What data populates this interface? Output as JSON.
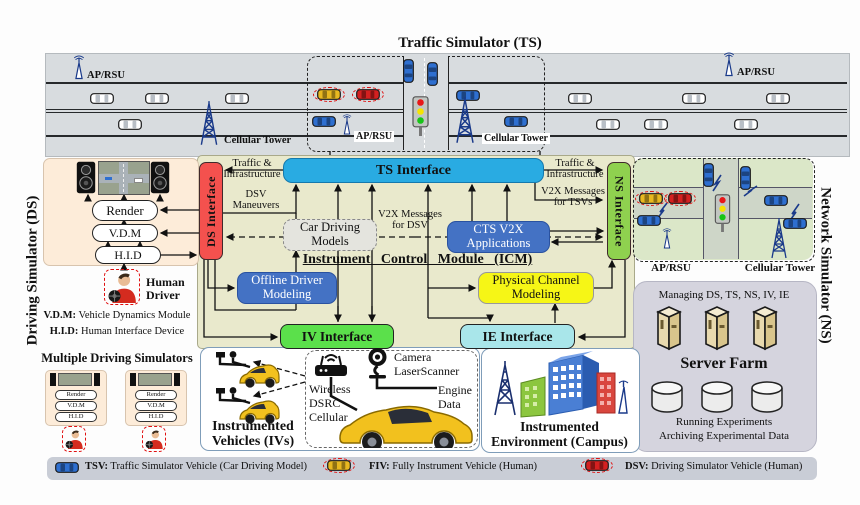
{
  "ts": {
    "title": "Traffic Simulator (TS)",
    "ap_rsu": "AP/RSU",
    "cellular_tower": "Cellular Tower"
  },
  "ds": {
    "side_label": "Driving Simulator (DS)",
    "render": "Render",
    "vdm": "V.D.M",
    "hid": "H.I.D",
    "human_line1": "Human",
    "human_line2": "Driver",
    "vdm_abbr": "V.D.M:",
    "vdm_def": "Vehicle Dynamics Module",
    "hid_abbr": "H.I.D:",
    "hid_def": "Human Interface Device",
    "multiple_title": "Multiple Driving Simulators"
  },
  "icm": {
    "title": "Instrument Control Module (ICM)",
    "ts_if": "TS Interface",
    "ds_if": "DS Interface",
    "ns_if": "NS Interface",
    "iv_if": "IV Interface",
    "ie_if": "IE Interface",
    "traffic1": "Traffic &",
    "traffic2": "Infrastructure",
    "dsv1": "DSV",
    "dsv2": "Maneuvers",
    "v2xdsv1": "V2X Messages",
    "v2xdsv2": "for DSV",
    "v2xtsv1": "V2X Messages",
    "v2xtsv2": "for TSVs",
    "cdm1": "Car Driving",
    "cdm2": "Models",
    "cts1": "CTS V2X",
    "cts2": "Applications",
    "odm1": "Offline Driver",
    "odm2": "Modeling",
    "pcm1": "Physical Channel",
    "pcm2": "Modeling"
  },
  "ns": {
    "side_label": "Network Simulator (NS)",
    "ap_rsu": "AP/RSU",
    "cellular_tower": "Cellular Tower"
  },
  "server": {
    "managing": "Managing DS, TS, NS, IV, IE",
    "title": "Server Farm",
    "running": "Running Experiments",
    "archiving": "Archiving Experimental Data"
  },
  "iv": {
    "title1": "Instrumented",
    "title2": "Vehicles (IVs)",
    "camera": "Camera",
    "laser": "LaserScanner",
    "wireless": "Wireless",
    "dsrc": "DSRC",
    "cellular": "Cellular",
    "engine1": "Engine",
    "engine2": "Data"
  },
  "campus": {
    "title1": "Instrumented",
    "title2": "Environment (Campus)"
  },
  "legend": {
    "items": [
      {
        "abbr": "TSV:",
        "desc": "Traffic Simulator Vehicle (Car Driving Model)",
        "color": "#2e6fd0",
        "dashed": false
      },
      {
        "abbr": "FIV:",
        "desc": "Fully Instrument Vehicle (Human)",
        "color": "#e8b820",
        "dashed": true
      },
      {
        "abbr": "DSV:",
        "desc": "Driving Simulator Vehicle (Human)",
        "color": "#d42020",
        "dashed": true
      }
    ]
  },
  "colors": {
    "ts_interface": "#29abe2",
    "ds_interface": "#f4514e",
    "ns_interface": "#8fd14f",
    "iv_interface": "#5be04b",
    "ie_interface": "#a9e6ea",
    "cts_v2x": "#4472c4",
    "offline_driver": "#4472c4",
    "physical_channel": "#f6f616",
    "icm_bg": "#e9e9cc",
    "ds_bg": "#fdecd9",
    "ns_bg": "#dbe7c8",
    "server_bg": "#d5d4de",
    "legend_bg": "#c9cdd6",
    "road_bg": "#d8dcdf",
    "tsv_car": "#2e6fd0",
    "fiv_car": "#e8b820",
    "dsv_car": "#d42020"
  }
}
